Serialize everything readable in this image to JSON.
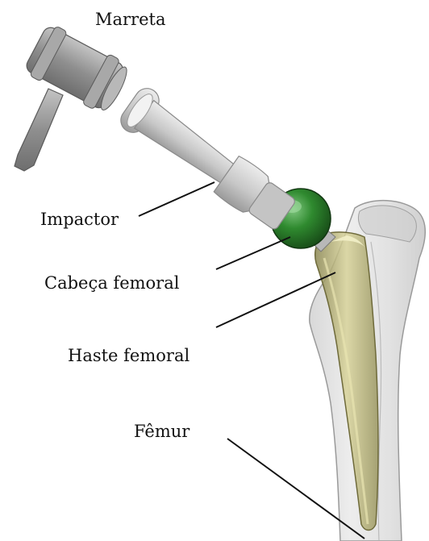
{
  "labels": {
    "hammer": "Marreta",
    "impactor": "Impactor",
    "femoral_head": "Cabeça femoral",
    "femoral_stem": "Haste femoral",
    "femur": "Fêmur"
  },
  "colors": {
    "bone": "#c9c9c9",
    "metal_gray": "#9c9c9c",
    "impactor_light": "#d6d6d6",
    "femoral_head": "#2f7a2f",
    "stem": "#c9c48a",
    "leader_line": "#111111",
    "text": "#111111"
  }
}
